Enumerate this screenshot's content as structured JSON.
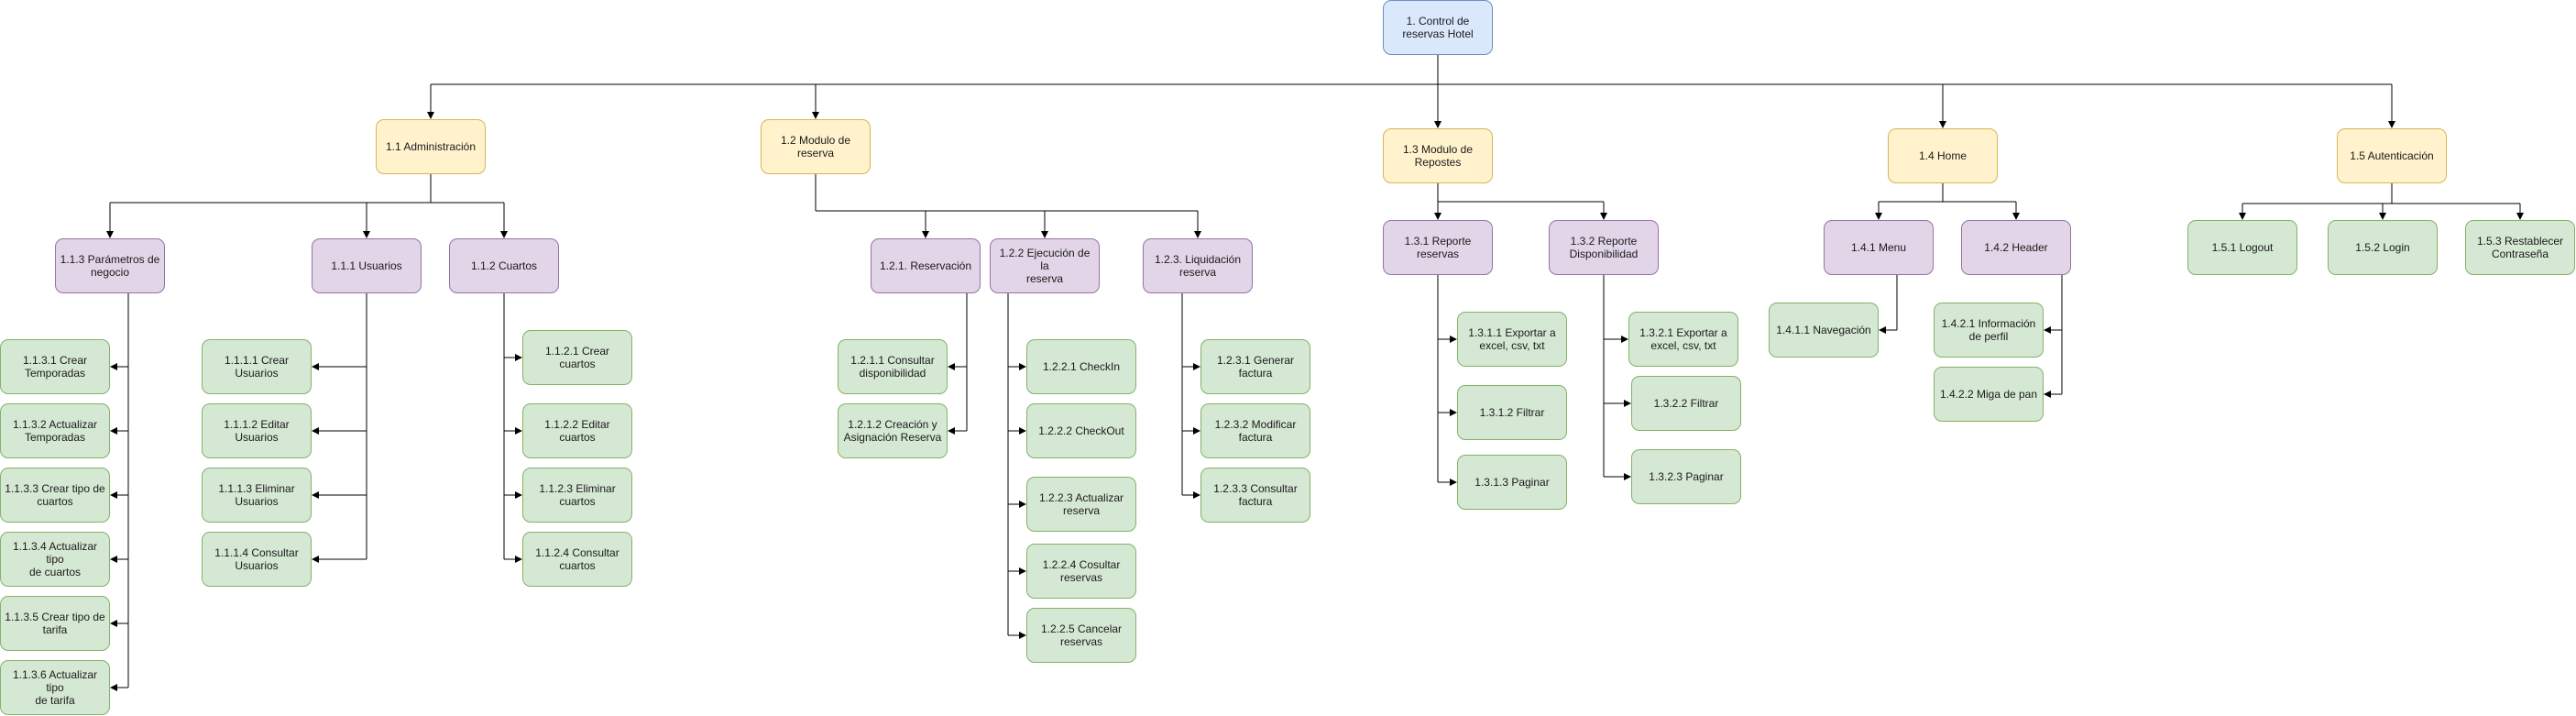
{
  "diagram": {
    "nodes": [
      {
        "id": "root",
        "label": "1. Control de\nreservas Hotel",
        "color": "blue"
      },
      {
        "id": "n11",
        "label": "1.1 Administración",
        "color": "yellow"
      },
      {
        "id": "n12",
        "label": "1.2 Modulo de\nreserva",
        "color": "yellow"
      },
      {
        "id": "n13",
        "label": "1.3 Modulo de\nRepostes",
        "color": "yellow"
      },
      {
        "id": "n14",
        "label": "1.4 Home",
        "color": "yellow"
      },
      {
        "id": "n15",
        "label": "1.5 Autenticación",
        "color": "yellow"
      },
      {
        "id": "n113",
        "label": "1.1.3 Parámetros de\nnegocio",
        "color": "purple"
      },
      {
        "id": "n111",
        "label": "1.1.1 Usuarios",
        "color": "purple"
      },
      {
        "id": "n112",
        "label": "1.1.2 Cuartos",
        "color": "purple"
      },
      {
        "id": "n1131",
        "label": "1.1.3.1 Crear\nTemporadas",
        "color": "green"
      },
      {
        "id": "n1132",
        "label": "1.1.3.2 Actualizar\nTemporadas",
        "color": "green"
      },
      {
        "id": "n1133",
        "label": "1.1.3.3 Crear tipo de\ncuartos",
        "color": "green"
      },
      {
        "id": "n1134",
        "label": "1.1.3.4 Actualizar tipo\nde cuartos",
        "color": "green"
      },
      {
        "id": "n1135",
        "label": "1.1.3.5 Crear tipo de\ntarifa",
        "color": "green"
      },
      {
        "id": "n1136",
        "label": "1.1.3.6 Actualizar tipo\nde tarifa",
        "color": "green"
      },
      {
        "id": "n1111",
        "label": "1.1.1.1 Crear\nUsuarios",
        "color": "green"
      },
      {
        "id": "n1112",
        "label": "1.1.1.2 Editar\nUsuarios",
        "color": "green"
      },
      {
        "id": "n1113",
        "label": "1.1.1.3 Eliminar\nUsuarios",
        "color": "green"
      },
      {
        "id": "n1114",
        "label": "1.1.1.4 Consultar\nUsuarios",
        "color": "green"
      },
      {
        "id": "n1121",
        "label": "1.1.2.1 Crear cuartos",
        "color": "green"
      },
      {
        "id": "n1122",
        "label": "1.1.2.2 Editar cuartos",
        "color": "green"
      },
      {
        "id": "n1123",
        "label": "1.1.2.3 Eliminar\ncuartos",
        "color": "green"
      },
      {
        "id": "n1124",
        "label": "1.1.2.4 Consultar\ncuartos",
        "color": "green"
      },
      {
        "id": "n121",
        "label": "1.2.1. Reservación",
        "color": "purple"
      },
      {
        "id": "n122",
        "label": "1.2.2 Ejecución de la\nreserva",
        "color": "purple"
      },
      {
        "id": "n123",
        "label": "1.2.3. Liquidación\nreserva",
        "color": "purple"
      },
      {
        "id": "n1211",
        "label": "1.2.1.1 Consultar\ndisponibilidad",
        "color": "green"
      },
      {
        "id": "n1212",
        "label": "1.2.1.2  Creación y\nAsignación Reserva",
        "color": "green"
      },
      {
        "id": "n1221",
        "label": "1.2.2.1 CheckIn",
        "color": "green"
      },
      {
        "id": "n1222",
        "label": "1.2.2.2 CheckOut",
        "color": "green"
      },
      {
        "id": "n1223",
        "label": "1.2.2.3 Actualizar\nreserva",
        "color": "green"
      },
      {
        "id": "n1224",
        "label": "1.2.2.4 Cosultar\nreservas",
        "color": "green"
      },
      {
        "id": "n1225",
        "label": "1.2.2.5  Cancelar\nreservas",
        "color": "green"
      },
      {
        "id": "n1231",
        "label": "1.2.3.1 Generar\nfactura",
        "color": "green"
      },
      {
        "id": "n1232",
        "label": "1.2.3.2 Modificar\nfactura",
        "color": "green"
      },
      {
        "id": "n1233",
        "label": "1.2.3.3 Consultar\nfactura",
        "color": "green"
      },
      {
        "id": "n131",
        "label": "1.3.1 Reporte\nreservas",
        "color": "purple"
      },
      {
        "id": "n132",
        "label": "1.3.2 Reporte\nDisponibilidad",
        "color": "purple"
      },
      {
        "id": "n1311",
        "label": "1.3.1.1 Exportar a\nexcel, csv, txt",
        "color": "green"
      },
      {
        "id": "n1312",
        "label": "1.3.1.2 Filtrar",
        "color": "green"
      },
      {
        "id": "n1313",
        "label": "1.3.1.3 Paginar",
        "color": "green"
      },
      {
        "id": "n1321",
        "label": "1.3.2.1 Exportar a\nexcel, csv, txt",
        "color": "green"
      },
      {
        "id": "n1322",
        "label": "1.3.2.2 Filtrar",
        "color": "green"
      },
      {
        "id": "n1323",
        "label": "1.3.2.3 Paginar",
        "color": "green"
      },
      {
        "id": "n141",
        "label": "1.4.1 Menu",
        "color": "purple"
      },
      {
        "id": "n142",
        "label": "1.4.2 Header",
        "color": "purple"
      },
      {
        "id": "n1411",
        "label": "1.4.1.1 Navegación",
        "color": "green"
      },
      {
        "id": "n1421",
        "label": "1.4.2.1 Información\nde perfil",
        "color": "green"
      },
      {
        "id": "n1422",
        "label": "1.4.2.2 Miga de pan",
        "color": "green"
      },
      {
        "id": "n151",
        "label": "1.5.1 Logout",
        "color": "green"
      },
      {
        "id": "n152",
        "label": "1.5.2 Login",
        "color": "green"
      },
      {
        "id": "n153",
        "label": "1.5.3 Restablecer\nContraseña",
        "color": "green"
      }
    ],
    "edges": [
      [
        "root",
        "n11"
      ],
      [
        "root",
        "n12"
      ],
      [
        "root",
        "n13"
      ],
      [
        "root",
        "n14"
      ],
      [
        "root",
        "n15"
      ],
      [
        "n11",
        "n113"
      ],
      [
        "n11",
        "n111"
      ],
      [
        "n11",
        "n112"
      ],
      [
        "n113",
        "n1131"
      ],
      [
        "n113",
        "n1132"
      ],
      [
        "n113",
        "n1133"
      ],
      [
        "n113",
        "n1134"
      ],
      [
        "n113",
        "n1135"
      ],
      [
        "n113",
        "n1136"
      ],
      [
        "n111",
        "n1111"
      ],
      [
        "n111",
        "n1112"
      ],
      [
        "n111",
        "n1113"
      ],
      [
        "n111",
        "n1114"
      ],
      [
        "n112",
        "n1121"
      ],
      [
        "n112",
        "n1122"
      ],
      [
        "n112",
        "n1123"
      ],
      [
        "n112",
        "n1124"
      ],
      [
        "n12",
        "n121"
      ],
      [
        "n12",
        "n122"
      ],
      [
        "n12",
        "n123"
      ],
      [
        "n121",
        "n1211"
      ],
      [
        "n121",
        "n1212"
      ],
      [
        "n122",
        "n1221"
      ],
      [
        "n122",
        "n1222"
      ],
      [
        "n122",
        "n1223"
      ],
      [
        "n122",
        "n1224"
      ],
      [
        "n122",
        "n1225"
      ],
      [
        "n123",
        "n1231"
      ],
      [
        "n123",
        "n1232"
      ],
      [
        "n123",
        "n1233"
      ],
      [
        "n13",
        "n131"
      ],
      [
        "n13",
        "n132"
      ],
      [
        "n131",
        "n1311"
      ],
      [
        "n131",
        "n1312"
      ],
      [
        "n131",
        "n1313"
      ],
      [
        "n132",
        "n1321"
      ],
      [
        "n132",
        "n1322"
      ],
      [
        "n132",
        "n1323"
      ],
      [
        "n14",
        "n141"
      ],
      [
        "n14",
        "n142"
      ],
      [
        "n141",
        "n1411"
      ],
      [
        "n142",
        "n1421"
      ],
      [
        "n142",
        "n1422"
      ],
      [
        "n15",
        "n151"
      ],
      [
        "n15",
        "n152"
      ],
      [
        "n15",
        "n153"
      ]
    ]
  },
  "colors": {
    "blue": "#dae8fc",
    "yellow": "#fff2cc",
    "purple": "#e1d5e7",
    "green": "#d5e8d4",
    "line": "#000000"
  }
}
